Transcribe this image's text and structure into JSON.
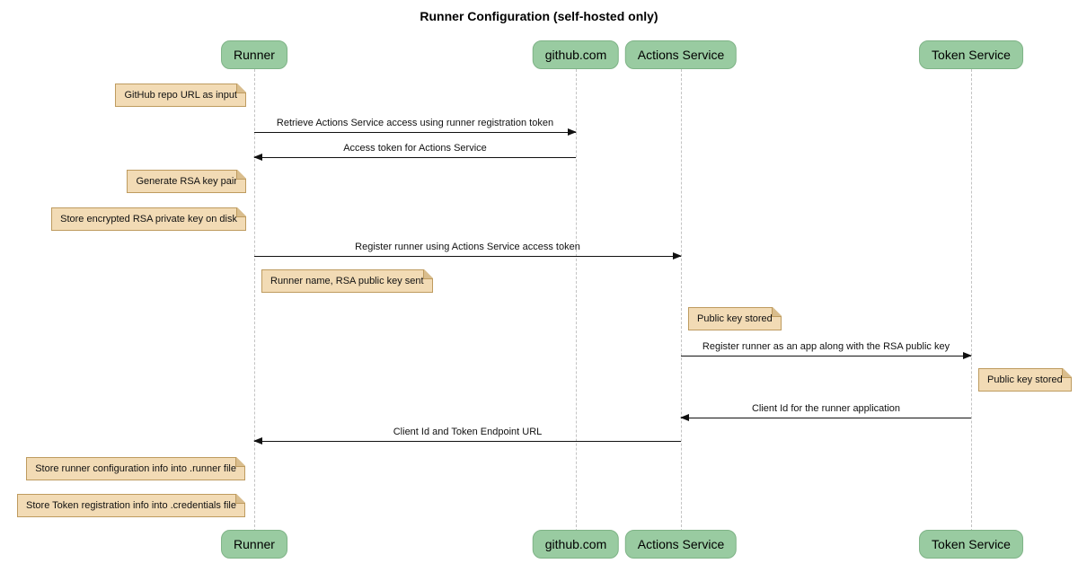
{
  "title": "Runner Configuration (self-hosted only)",
  "participants": [
    {
      "label": "Runner"
    },
    {
      "label": "github.com"
    },
    {
      "label": "Actions Service"
    },
    {
      "label": "Token Service"
    }
  ],
  "messages": [
    {
      "text": "Retrieve Actions Service access using runner registration token",
      "from": "Runner",
      "to": "github.com",
      "direction": "right"
    },
    {
      "text": "Access token for Actions Service",
      "from": "github.com",
      "to": "Runner",
      "direction": "left"
    },
    {
      "text": "Register runner using Actions Service access token",
      "from": "Runner",
      "to": "Actions Service",
      "direction": "right"
    },
    {
      "text": "Register runner as an app along with the RSA public key",
      "from": "Actions Service",
      "to": "Token Service",
      "direction": "right"
    },
    {
      "text": "Client Id for the runner application",
      "from": "Token Service",
      "to": "Actions Service",
      "direction": "left"
    },
    {
      "text": "Client Id and Token Endpoint URL",
      "from": "Actions Service",
      "to": "Runner",
      "direction": "left"
    }
  ],
  "notes": [
    {
      "text": "GitHub repo URL as input",
      "anchor": "Runner",
      "side": "left"
    },
    {
      "text": "Generate RSA key pair",
      "anchor": "Runner",
      "side": "left"
    },
    {
      "text": "Store encrypted RSA private key on disk",
      "anchor": "Runner",
      "side": "left"
    },
    {
      "text": "Runner name, RSA public key sent",
      "anchor": "Runner",
      "side": "right"
    },
    {
      "text": "Public key stored",
      "anchor": "Actions Service",
      "side": "right"
    },
    {
      "text": "Public key stored",
      "anchor": "Token Service",
      "side": "right"
    },
    {
      "text": "Store runner configuration info into .runner file",
      "anchor": "Runner",
      "side": "left"
    },
    {
      "text": "Store Token registration info into .credentials file",
      "anchor": "Runner",
      "side": "left"
    }
  ],
  "colors": {
    "participant_fill": "#99CBA1",
    "participant_border": "#7EB386",
    "note_fill": "#F2DBB5",
    "note_border": "#BE9B5F",
    "note_fold": "#D9BD8D",
    "line_color": "#111111",
    "lifeline_color": "#c3c3c3"
  }
}
